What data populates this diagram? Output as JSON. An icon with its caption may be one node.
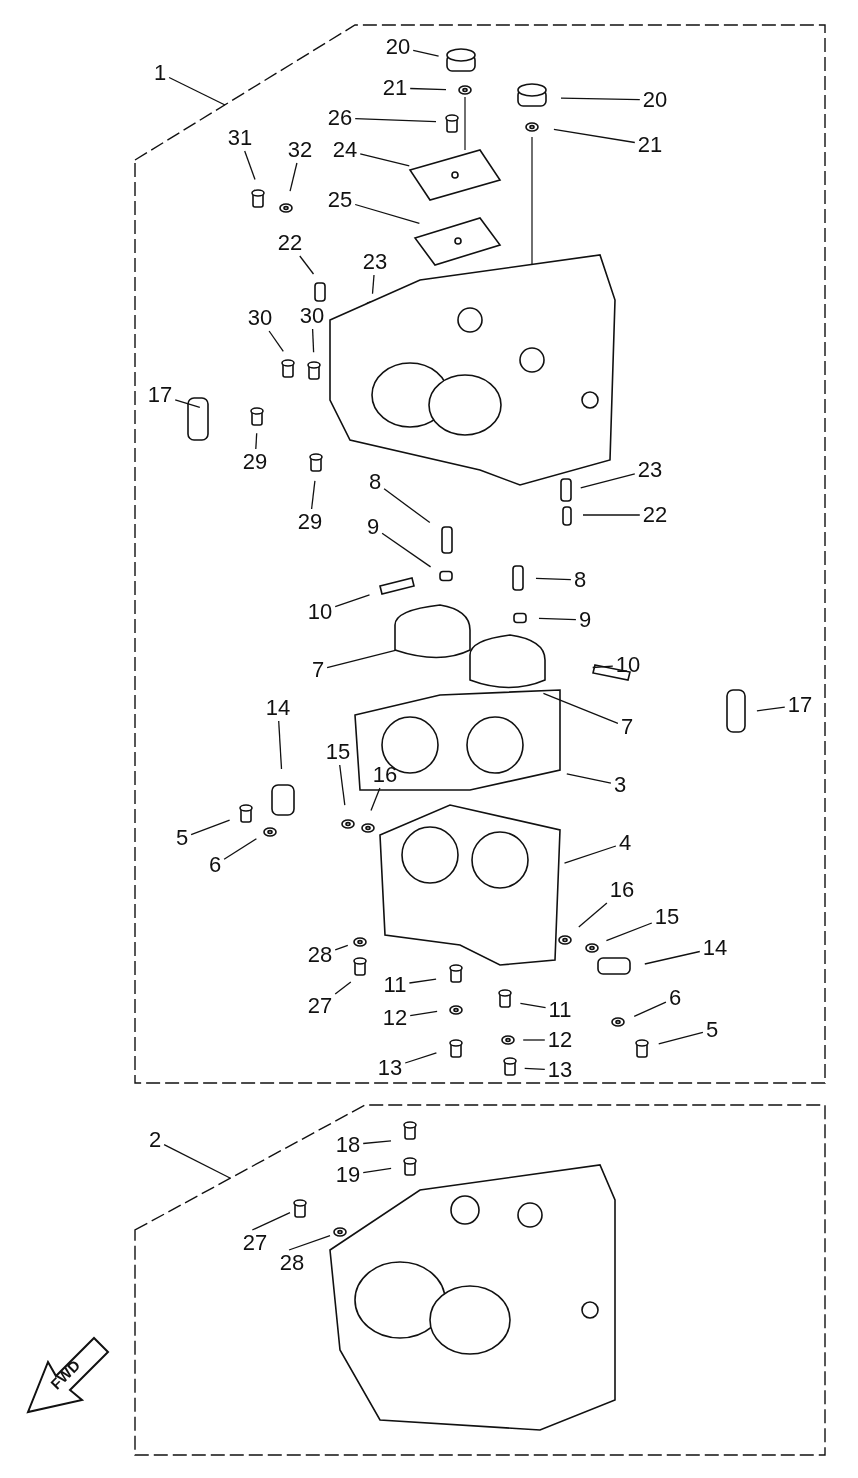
{
  "diagram": {
    "nodes": [
      {
        "text": [
          "1"
        ]
      },
      {
        "text": [],
        "shape": "box"
      },
      {
        "text": [
          "20"
        ],
        "in": 1
      },
      {
        "text": [
          "21"
        ],
        "in": 1
      },
      {
        "text": [
          "20"
        ],
        "in": 1
      },
      {
        "text": [
          "21"
        ],
        "in": 1
      },
      {
        "text": [
          "26"
        ],
        "in": 1
      },
      {
        "text": [
          "24"
        ],
        "in": 1
      },
      {
        "text": [
          "25"
        ],
        "in": 1
      },
      {
        "text": [
          "31"
        ],
        "in": 1
      },
      {
        "text": [
          "32"
        ],
        "in": 1
      },
      {
        "text": [
          "22"
        ],
        "in": 1
      },
      {
        "text": [
          "23"
        ],
        "in": 1
      },
      {
        "text": [
          "30"
        ],
        "in": 1
      },
      {
        "text": [
          "30"
        ],
        "in": 1
      },
      {
        "text": [
          "17"
        ],
        "in": 1
      },
      {
        "text": [
          "29"
        ],
        "in": 1
      },
      {
        "text": [
          "23"
        ],
        "in": 1
      },
      {
        "text": [
          "22"
        ],
        "in": 1
      },
      {
        "text": [
          "8"
        ],
        "in": 1
      },
      {
        "text": [
          "9"
        ],
        "in": 1
      },
      {
        "text": [
          "29"
        ],
        "in": 1
      },
      {
        "text": [
          "8"
        ],
        "in": 1
      },
      {
        "text": [
          "10"
        ],
        "in": 1
      },
      {
        "text": [
          "9"
        ],
        "in": 1
      },
      {
        "text": [
          "10"
        ],
        "in": 1
      },
      {
        "text": [
          "7"
        ],
        "in": 1
      },
      {
        "text": [
          "17"
        ],
        "in": 1
      },
      {
        "text": [
          "14"
        ],
        "in": 1
      },
      {
        "text": [
          "7"
        ],
        "in": 1
      },
      {
        "text": [
          "15"
        ],
        "in": 1
      },
      {
        "text": [
          "16"
        ],
        "in": 1
      },
      {
        "text": [
          "3"
        ],
        "in": 1
      },
      {
        "text": [
          "5"
        ],
        "in": 1
      },
      {
        "text": [
          "4"
        ],
        "in": 1
      },
      {
        "text": [
          "6"
        ],
        "in": 1
      },
      {
        "text": [
          "16"
        ],
        "in": 1
      },
      {
        "text": [
          "15"
        ],
        "in": 1
      },
      {
        "text": [
          "28"
        ],
        "in": 1
      },
      {
        "text": [
          "14"
        ],
        "in": 1
      },
      {
        "text": [
          "11"
        ],
        "in": 1
      },
      {
        "text": [
          "27"
        ],
        "in": 1
      },
      {
        "text": [
          "11"
        ],
        "in": 1
      },
      {
        "text": [
          "12"
        ],
        "in": 1
      },
      {
        "text": [
          "6"
        ],
        "in": 1
      },
      {
        "text": [
          "5"
        ],
        "in": 1
      },
      {
        "text": [
          "12"
        ],
        "in": 1
      },
      {
        "text": [
          "13"
        ],
        "in": 1
      },
      {
        "text": [
          "13"
        ],
        "in": 1
      },
      {
        "text": [
          "2"
        ]
      },
      {
        "text": [],
        "shape": "box"
      },
      {
        "text": [
          "18"
        ],
        "in": 50
      },
      {
        "text": [
          "19"
        ],
        "in": 50
      },
      {
        "text": [
          "27"
        ],
        "in": 50
      },
      {
        "text": [
          "28"
        ],
        "in": 50
      },
      {
        "text": [],
        "shape": "box",
        "in": 50
      },
      {
        "text": [],
        "shape": "box",
        "in": 50
      }
    ],
    "edges": [
      {
        "from": 0,
        "to": 1,
        "arrow": "none"
      },
      {
        "from": 2,
        "to": null,
        "arrow": "none"
      },
      {
        "from": 3,
        "to": null,
        "arrow": "none"
      },
      {
        "from": 4,
        "to": null,
        "arrow": "none"
      },
      {
        "from": 5,
        "to": null,
        "arrow": "none"
      },
      {
        "from": 6,
        "to": null,
        "arrow": "none"
      },
      {
        "from": 7,
        "to": null,
        "arrow": "none"
      },
      {
        "from": 8,
        "to": null,
        "arrow": "none"
      },
      {
        "from": 9,
        "to": null,
        "arrow": "none"
      },
      {
        "from": 10,
        "to": null,
        "arrow": "none"
      },
      {
        "from": 11,
        "to": null,
        "arrow": "none"
      },
      {
        "from": 12,
        "to": null,
        "arrow": "none"
      },
      {
        "from": 13,
        "to": null,
        "arrow": "none"
      },
      {
        "from": 14,
        "to": null,
        "arrow": "none"
      },
      {
        "from": 15,
        "to": null,
        "arrow": "none"
      },
      {
        "from": 16,
        "to": null,
        "arrow": "none"
      },
      {
        "from": 17,
        "to": null,
        "arrow": "none"
      },
      {
        "from": 18,
        "to": null,
        "arrow": "none"
      },
      {
        "from": 19,
        "to": null,
        "arrow": "none"
      },
      {
        "from": 20,
        "to": null,
        "arrow": "none"
      },
      {
        "from": 21,
        "to": null,
        "arrow": "none"
      },
      {
        "from": 22,
        "to": null,
        "arrow": "none"
      },
      {
        "from": 23,
        "to": null,
        "arrow": "none"
      },
      {
        "from": 24,
        "to": null,
        "arrow": "none"
      },
      {
        "from": 25,
        "to": null,
        "arrow": "none"
      },
      {
        "from": 26,
        "to": null,
        "arrow": "none"
      },
      {
        "from": 27,
        "to": null,
        "arrow": "none"
      },
      {
        "from": 28,
        "to": null,
        "arrow": "none"
      },
      {
        "from": 29,
        "to": null,
        "arrow": "none"
      },
      {
        "from": 30,
        "to": null,
        "arrow": "none"
      },
      {
        "from": 31,
        "to": null,
        "arrow": "none"
      },
      {
        "from": 32,
        "to": null,
        "arrow": "none"
      },
      {
        "from": 33,
        "to": null,
        "arrow": "none"
      },
      {
        "from": 34,
        "to": null,
        "arrow": "none"
      },
      {
        "from": 35,
        "to": null,
        "arrow": "none"
      },
      {
        "from": 36,
        "to": null,
        "arrow": "none"
      },
      {
        "from": 37,
        "to": null,
        "arrow": "none"
      },
      {
        "from": 38,
        "to": null,
        "arrow": "none"
      },
      {
        "from": 39,
        "to": null,
        "arrow": "none"
      },
      {
        "from": 40,
        "to": null,
        "arrow": "none"
      },
      {
        "from": 41,
        "to": null,
        "arrow": "none"
      },
      {
        "from": 42,
        "to": null,
        "arrow": "none"
      },
      {
        "from": 43,
        "to": null,
        "arrow": "none"
      },
      {
        "from": 44,
        "to": null,
        "arrow": "none"
      },
      {
        "from": 45,
        "to": null,
        "arrow": "none"
      },
      {
        "from": 46,
        "to": null,
        "arrow": "none"
      },
      {
        "from": 47,
        "to": null,
        "arrow": "none"
      },
      {
        "from": 48,
        "to": null,
        "arrow": "none"
      },
      {
        "from": 49,
        "to": 50,
        "arrow": "none"
      },
      {
        "from": 51,
        "to": null,
        "arrow": "none"
      },
      {
        "from": 52,
        "to": null,
        "arrow": "none"
      },
      {
        "from": 53,
        "to": 55,
        "arrow": "none"
      },
      {
        "from": 54,
        "to": 56,
        "arrow": "none"
      }
    ],
    "labels": [
      "FWD"
    ]
  }
}
